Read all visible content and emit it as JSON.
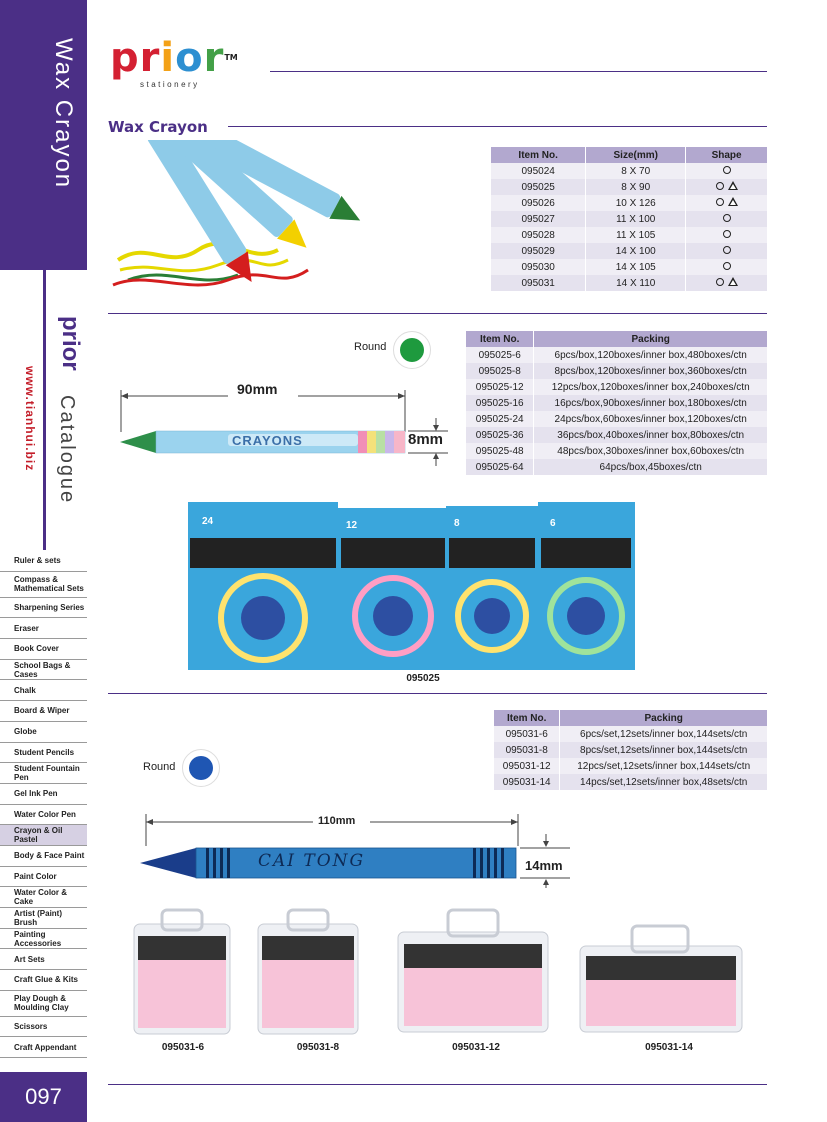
{
  "sidebar": {
    "title": "Wax Crayon",
    "logo": "prior",
    "url": "www.tianhui.biz",
    "catalogue": "Catalogue",
    "page_number": "097",
    "nav": [
      "Ruler & sets",
      "Compass & Mathematical Sets",
      "Sharpening Series",
      "Eraser",
      "Book Cover",
      "School Bags & Cases",
      "Chalk",
      "Board & Wiper",
      "Globe",
      "Student Pencils",
      "Student Fountain Pen",
      "Gel Ink Pen",
      "Water Color Pen",
      "Crayon & Oil Pastel",
      "Body & Face Paint",
      "Paint Color",
      "Water Color & Cake",
      "Artist (Paint) Brush",
      "Painting Accessories",
      "Art Sets",
      "Craft Glue & Kits",
      "Play Dough & Moulding Clay",
      "Scissors",
      "Craft Appendant"
    ],
    "active_index": 13
  },
  "header": {
    "brand_p": "p",
    "brand_r": "r",
    "brand_i": "i",
    "brand_o": "o",
    "brand_r2": "r",
    "tm": "TM",
    "brand_sub": "stationery",
    "section_title": "Wax Crayon"
  },
  "size_table": {
    "headers": [
      "Item No.",
      "Size(mm)",
      "Shape"
    ],
    "rows": [
      {
        "item": "095024",
        "size": "8 X 70",
        "shape": "round"
      },
      {
        "item": "095025",
        "size": "8 X 90",
        "shape": "round-triangle"
      },
      {
        "item": "095026",
        "size": "10 X 126",
        "shape": "round-triangle"
      },
      {
        "item": "095027",
        "size": "11 X 100",
        "shape": "round"
      },
      {
        "item": "095028",
        "size": "11 X 105",
        "shape": "round"
      },
      {
        "item": "095029",
        "size": "14 X 100",
        "shape": "round"
      },
      {
        "item": "095030",
        "size": "14 X 105",
        "shape": "round"
      },
      {
        "item": "095031",
        "size": "14 X 110",
        "shape": "round-triangle"
      }
    ]
  },
  "crayon1": {
    "round_label": "Round",
    "round_color": "#1e9a3e",
    "length": "90mm",
    "diameter": "8mm",
    "wordmark": "CRAYONS"
  },
  "pack_table_1": {
    "headers": [
      "Item No.",
      "Packing"
    ],
    "rows": [
      [
        "095025-6",
        "6pcs/box,120boxes/inner box,480boxes/ctn"
      ],
      [
        "095025-8",
        "8pcs/box,120boxes/inner box,360boxes/ctn"
      ],
      [
        "095025-12",
        "12pcs/box,120boxes/inner box,240boxes/ctn"
      ],
      [
        "095025-16",
        "16pcs/box,90boxes/inner box,180boxes/ctn"
      ],
      [
        "095025-24",
        "24pcs/box,60boxes/inner box,120boxes/ctn"
      ],
      [
        "095025-36",
        "36pcs/box,40boxes/inner box,80boxes/ctn"
      ],
      [
        "095025-48",
        "48pcs/box,30boxes/inner box,60boxes/ctn"
      ],
      [
        "095025-64",
        "64pcs/box,45boxes/ctn"
      ]
    ]
  },
  "boxes_caption": "095025",
  "box_labels": [
    "24",
    "12",
    "8",
    "6"
  ],
  "crayon2": {
    "round_label": "Round",
    "round_color": "#1f56b3",
    "length": "110mm",
    "diameter": "14mm",
    "wordmark": "CAI TONG"
  },
  "pack_table_2": {
    "headers": [
      "Item No.",
      "Packing"
    ],
    "rows": [
      [
        "095031-6",
        "6pcs/set,12sets/inner box,144sets/ctn"
      ],
      [
        "095031-8",
        "8pcs/set,12sets/inner box,144sets/ctn"
      ],
      [
        "095031-12",
        "12pcs/set,12sets/inner box,144sets/ctn"
      ],
      [
        "095031-14",
        "14pcs/set,12sets/inner box,48sets/ctn"
      ]
    ]
  },
  "set_captions": [
    "095031-6",
    "095031-8",
    "095031-12",
    "095031-14"
  ],
  "colors": {
    "brand_purple": "#4b2f86",
    "table_header": "#b2a8cf"
  }
}
